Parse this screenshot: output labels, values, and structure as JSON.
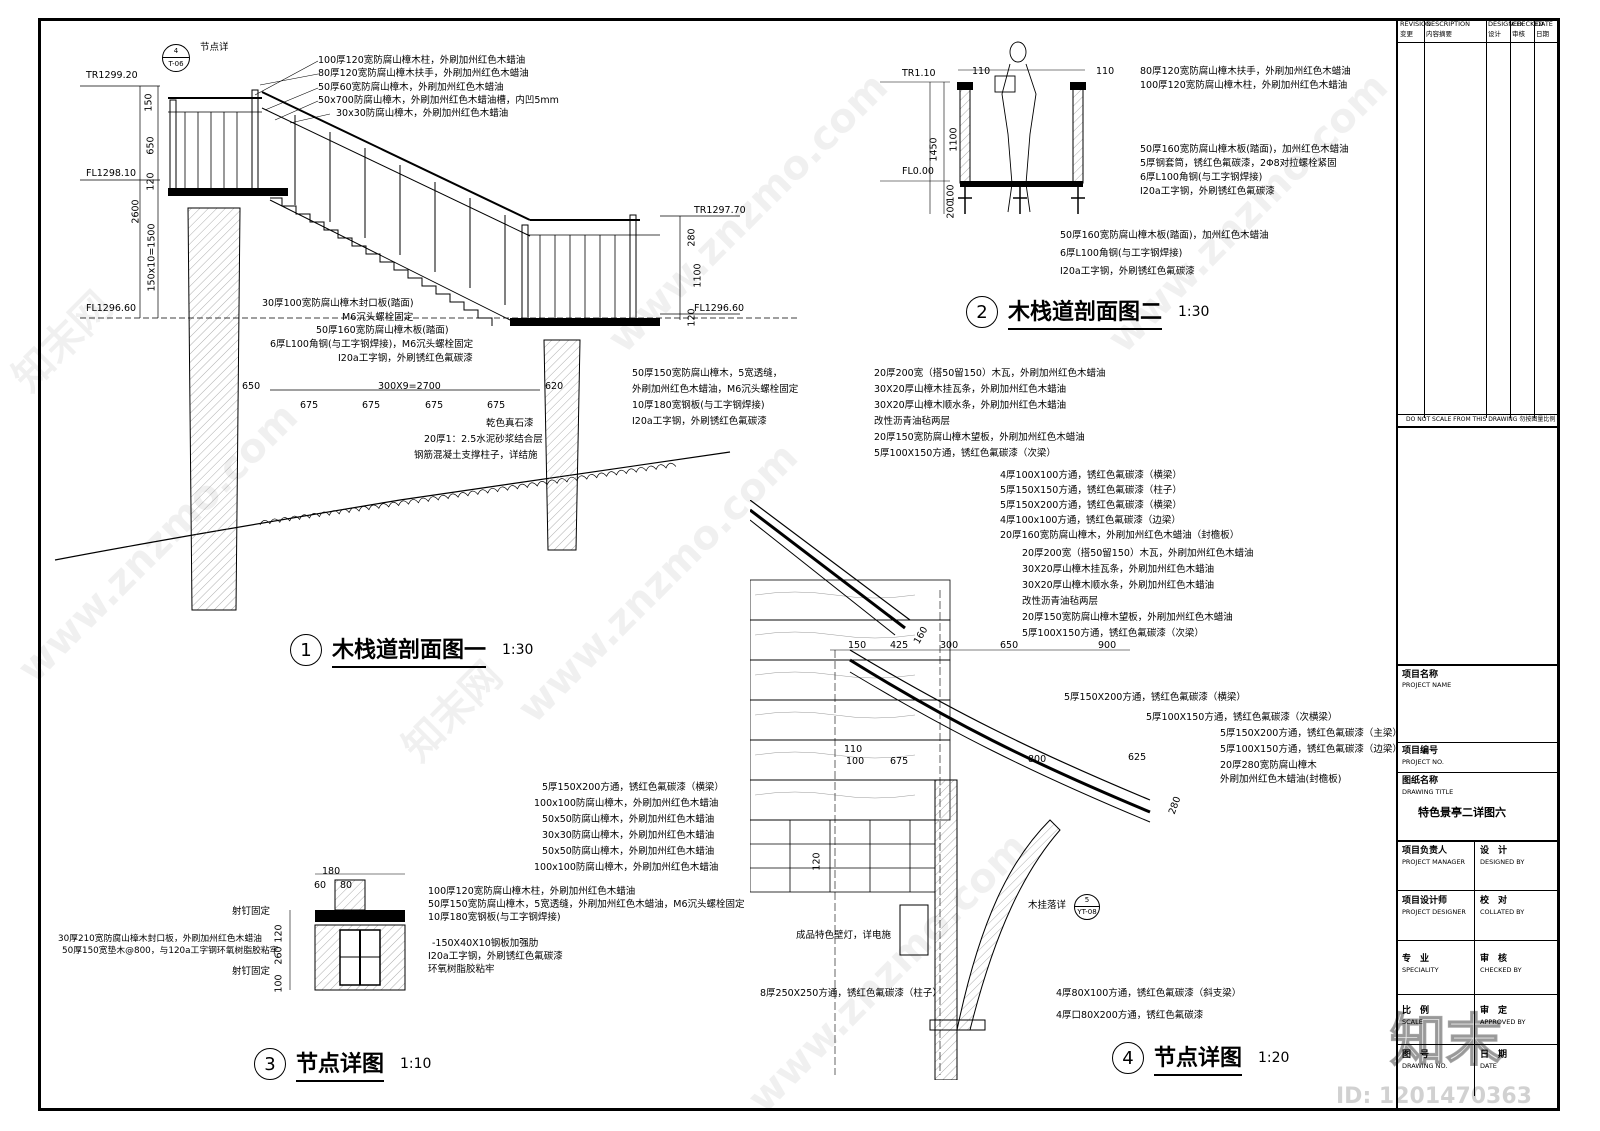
{
  "drawing1": {
    "number": "1",
    "title": "木栈道剖面图一",
    "scale": "1:30",
    "levels": [
      "TR1299.20",
      "FL1298.10",
      "FL1296.60",
      "TR1297.70",
      "FL1296.60"
    ],
    "detail_ref": {
      "label": "节点详",
      "num": "4",
      "sheet": "T-06"
    },
    "dims_bottom": [
      "650",
      "675",
      "675",
      "675",
      "675",
      "620"
    ],
    "dim_total": "300X9=2700",
    "dims_left": [
      "150",
      "650",
      "120",
      "2600",
      "150x10=1500"
    ],
    "dims_right": [
      "280",
      "1100",
      "120"
    ],
    "notes_top": [
      "100厚120宽防腐山樟木柱，外刷加州红色木蜡油",
      "80厚120宽防腐山樟木扶手，外刷加州红色木蜡油",
      "50厚60宽防腐山樟木，外刷加州红色木蜡油",
      "50x700防腐山樟木，外刷加州红色木蜡油槽，内凹5mm",
      "30x30防腐山樟木，外刷加州红色木蜡油"
    ],
    "notes_left": [
      "30厚100宽防腐山樟木封口板(踏面)",
      "M6沉头螺栓固定",
      "50厚160宽防腐山樟木板(踏面)",
      "6厚L100角钢(与工字钢焊接)，M6沉头螺栓固定",
      "I20a工字钢，外刷锈红色氟碳漆"
    ],
    "notes_right": [
      "50厚150宽防腐山樟木，5宽透缝，",
      "外刷加州红色木蜡油，M6沉头螺栓固定",
      "10厚180宽钢板(与工字钢焊接)",
      "I20a工字钢，外刷锈红色氟碳漆"
    ],
    "notes_base": [
      "乾色真石漆",
      "20厚1：2.5水泥砂浆结合层",
      "钢筋混凝土支撑柱子，详结施"
    ]
  },
  "drawing2": {
    "number": "2",
    "title": "木栈道剖面图二",
    "scale": "1:30",
    "levels": [
      "TR1.10",
      "FL0.00"
    ],
    "dims": [
      "110",
      "110",
      "1100",
      "1450",
      "100",
      "200"
    ],
    "notes_right": [
      "80厚120宽防腐山樟木扶手，外刷加州红色木蜡油",
      "100厚120宽防腐山樟木柱，外刷加州红色木蜡油",
      "50厚160宽防腐山樟木板(踏面)，加州红色木蜡油",
      "5厚钢套筒，锈红色氟碳漆，2Φ8对拉螺栓紧固",
      "6厚L100角钢(与工字钢焊接)",
      "I20a工字钢，外刷锈红色氟碳漆"
    ],
    "notes_bottom": [
      "50厚160宽防腐山樟木板(踏面)，加州红色木蜡油",
      "6厚L100角钢(与工字钢焊接)",
      "I20a工字钢，外刷锈红色氟碳漆"
    ]
  },
  "drawing3": {
    "number": "3",
    "title": "节点详图",
    "scale": "1:10",
    "dims": [
      "180",
      "60",
      "80",
      "120",
      "260",
      "100"
    ],
    "notes_left": [
      "射钉固定",
      "30厚210宽防腐山樟木封口板，外刷加州红色木蜡油",
      "50厚150宽垫木@800，与120a工字钢环氧树脂胶粘牢",
      "射钉固定"
    ],
    "notes_right": [
      "100厚120宽防腐山樟木柱，外刷加州红色木蜡油",
      "50厚150宽防腐山樟木，5宽透缝，外刷加州红色木蜡油，M6沉头螺栓固定",
      "10厚180宽钢板(与工字钢焊接)",
      "-150X40X10钢板加强肋",
      "I20a工字钢，外刷锈红色氟碳漆",
      "环氧树脂胶粘牢"
    ]
  },
  "drawing4": {
    "number": "4",
    "title": "节点详图",
    "scale": "1:20",
    "dims": [
      "150",
      "425",
      "300",
      "650",
      "900",
      "160",
      "625",
      "800",
      "675",
      "100",
      "110",
      "280",
      "120"
    ],
    "notes_top1": [
      "20厚200宽（搭50留150）木瓦，外刷加州红色木蜡油",
      "30X20厚山樟木挂瓦条，外刷加州红色木蜡油",
      "30X20厚山樟木顺水条，外刷加州红色木蜡油",
      "改性沥青油毡两层",
      "20厚150宽防腐山樟木望板，外刷加州红色木蜡油",
      "5厚100X150方通，锈红色氟碳漆（次梁）"
    ],
    "notes_top2": [
      "4厚100X100方通，锈红色氟碳漆（横梁）",
      "5厚150X150方通，锈红色氟碳漆（柱子）",
      "5厚150X200方通，锈红色氟碳漆（横梁）",
      "4厚100x100方通，锈红色氟碳漆（边梁）",
      "20厚160宽防腐山樟木，外刷加州红色木蜡油（封檐板）"
    ],
    "notes_top3": [
      "20厚200宽（搭50留150）木瓦，外刷加州红色木蜡油",
      "30X20厚山樟木挂瓦条，外刷加州红色木蜡油",
      "30X20厚山樟木顺水条，外刷加州红色木蜡油",
      "改性沥青油毡两层",
      "20厚150宽防腐山樟木望板，外刷加州红色木蜡油",
      "5厚100X150方通，锈红色氟碳漆（次梁）"
    ],
    "notes_mid": [
      "5厚150X200方通，锈红色氟碳漆（横梁）",
      "5厚100X150方通，锈红色氟碳漆（次横梁）",
      "5厚150X200方通，锈红色氟碳漆（主梁）",
      "5厚100X150方通，锈红色氟碳漆（边梁）",
      "20厚280宽防腐山樟木",
      "外刷加州红色木蜡油(封檐板)"
    ],
    "notes_left": [
      "5厚150X200方通，锈红色氟碳漆（横梁）",
      "100x100防腐山樟木，外刷加州红色木蜡油",
      "50x50防腐山樟木，外刷加州红色木蜡油",
      "30x30防腐山樟木，外刷加州红色木蜡油",
      "50x50防腐山樟木，外刷加州红色木蜡油",
      "100x100防腐山樟木，外刷加州红色木蜡油"
    ],
    "note_lamp": "成品特色壁灯，详电施",
    "note_column": "8厚250X250方通，锈红色氟碳漆（柱子）",
    "note_brace1": "4厚80X100方通，锈红色氟碳漆（斜支梁）",
    "note_brace2": "4厚口80X200方通，锈红色氟碳漆",
    "detail_ref": {
      "label": "木挂落详",
      "num": "5",
      "sheet": "YT-08"
    }
  },
  "title_block": {
    "header": [
      {
        "en": "REVISION",
        "cn": "变更"
      },
      {
        "en": "DESCRIPTION",
        "cn": "内容摘要"
      },
      {
        "en": "DESIGNED",
        "cn": "设计"
      },
      {
        "en": "CHECKED",
        "cn": "审核"
      },
      {
        "en": "DATE",
        "cn": "日期"
      }
    ],
    "do_not_scale": "DO NOT SCALE FROM THIS DRAWING  勿按图量比例",
    "project_name_cn": "项目名称",
    "project_name_en": "PROJECT NAME",
    "project_no_cn": "项目编号",
    "project_no_en": "PROJECT NO.",
    "drawing_title_cn": "图纸名称",
    "drawing_title_en": "DRAWING TITLE",
    "drawing_title_value": "特色景亭二详图六",
    "manager_cn": "项目负责人",
    "manager_en": "PROJECT MANAGER",
    "designed_cn": "设　计",
    "designed_en": "DESIGNED BY",
    "designer_cn": "项目设计师",
    "designer_en": "PROJECT DESIGNER",
    "collated_cn": "校　对",
    "collated_en": "COLLATED BY",
    "specialty_cn": "专　业",
    "specialty_en": "SPECIALITY",
    "checked_cn": "审　核",
    "checked_en": "CHECKED BY",
    "scale_cn": "比　例",
    "scale_en": "SCALE",
    "approved_cn": "审　定",
    "approved_en": "APPROVED BY",
    "drawing_no_cn": "图　号",
    "drawing_no_en": "DRAWING NO.",
    "date_cn": "日　期",
    "date_en": "DATE"
  },
  "watermark": {
    "brand": "知末",
    "id": "ID: 1201470363",
    "site": "www.znzmo.com",
    "cn": "知末网"
  }
}
